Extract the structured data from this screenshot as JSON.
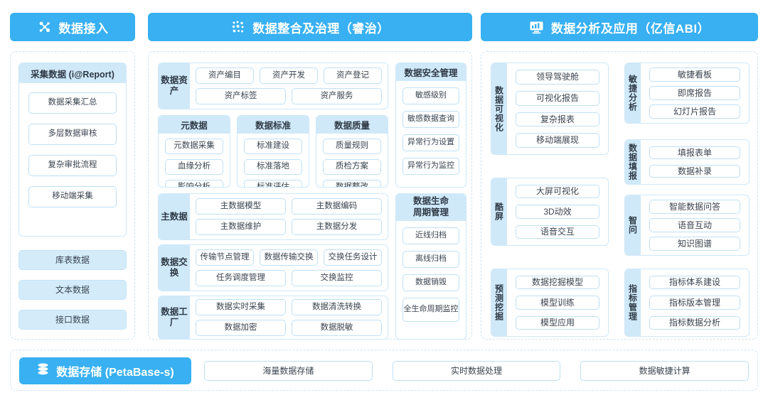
{
  "banners": {
    "ingest": {
      "label": "数据接入",
      "icon": "network-nodes-icon",
      "color": "#38b0f2"
    },
    "govern": {
      "label": "数据整合及治理（睿治）",
      "icon": "data-dots-icon",
      "color": "#38b0f2"
    },
    "analyze": {
      "label": "数据分析及应用（亿信ABI）",
      "icon": "monitor-chart-icon",
      "color": "#38b0f2"
    }
  },
  "ingest": {
    "collect_card": {
      "title": "采集数据 (i@Report)",
      "items": [
        "数据采集汇总",
        "多层数据审核",
        "复杂审批流程",
        "移动端采集"
      ]
    },
    "sources": [
      "库表数据",
      "文本数据",
      "接口数据"
    ]
  },
  "govern": {
    "asset": {
      "label": "数据资产",
      "row1": [
        "资产编目",
        "资产开发",
        "资产登记"
      ],
      "row2": [
        "资产标签",
        "资产服务"
      ]
    },
    "metadata": {
      "title": "元数据",
      "items": [
        "元数据采集",
        "血缘分析",
        "影响分析"
      ]
    },
    "standard": {
      "title": "数据标准",
      "items": [
        "标准建设",
        "标准落地",
        "标准评估"
      ]
    },
    "quality": {
      "title": "数据质量",
      "items": [
        "质量规则",
        "质检方案",
        "数据整改"
      ]
    },
    "master": {
      "label": "主数据",
      "row1": [
        "主数据模型",
        "主数据编码"
      ],
      "row2": [
        "主数据维护",
        "主数据分发"
      ]
    },
    "exchange": {
      "label": "数据交换",
      "row1": [
        "传输节点管理",
        "数据传输交换",
        "交换任务设计"
      ],
      "row2": [
        "任务调度管理",
        "交换监控"
      ]
    },
    "factory": {
      "label": "数据工厂",
      "row1": [
        "数据实时采集",
        "数据清洗转换"
      ],
      "row2": [
        "数据加密",
        "数据脱敏"
      ]
    },
    "security": {
      "title": "数据安全管理",
      "items": [
        "敏感级别",
        "敏感数据查询",
        "异常行为设置",
        "异常行为监控"
      ]
    },
    "lifecycle": {
      "title": "数据生命\n周期管理",
      "title_line1": "数据生命",
      "title_line2": "周期管理",
      "items": [
        "近线归档",
        "离线归档",
        "数据销毁"
      ],
      "item_tall": "全生命周期监控"
    }
  },
  "analyze": {
    "visualization": {
      "label": "数据可视化",
      "items": [
        "领导驾驶舱",
        "可视化报告",
        "复杂报表",
        "移动端展现"
      ]
    },
    "coolscreen": {
      "label": "酷屏",
      "items": [
        "大屏可视化",
        "3D动效",
        "语音交互"
      ]
    },
    "prediction": {
      "label": "预测挖掘",
      "items": [
        "数据挖掘模型",
        "模型训练",
        "模型应用"
      ]
    },
    "agile": {
      "label": "敏捷分析",
      "items": [
        "敏捷看板",
        "即席报告",
        "幻灯片报告"
      ]
    },
    "reporting": {
      "label": "数据填报",
      "items": [
        "填报表单",
        "数据补录"
      ]
    },
    "smartask": {
      "label": "智问",
      "items": [
        "智能数据问答",
        "语音互动",
        "知识图谱"
      ]
    },
    "metrics": {
      "label": "指标管理",
      "items": [
        "指标体系建设",
        "指标版本管理",
        "指标数据分析"
      ]
    }
  },
  "storage": {
    "banner": {
      "label": "数据存储 (PetaBase-s)",
      "icon": "database-icon"
    },
    "items": [
      "海量数据存储",
      "实时数据处理",
      "数据敏捷计算"
    ]
  }
}
